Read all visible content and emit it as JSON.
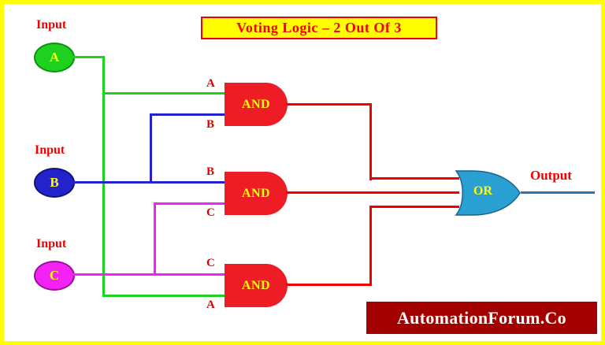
{
  "title": {
    "text": "Voting Logic – 2 Out Of 3"
  },
  "inputs": [
    {
      "label": "Input",
      "name": "A",
      "color": "#1ed11e"
    },
    {
      "label": "Input",
      "name": "B",
      "color": "#2323cc"
    },
    {
      "label": "Input",
      "name": "C",
      "color": "#f322f3"
    }
  ],
  "gates": {
    "and_gates": [
      {
        "label": "AND",
        "inputs": [
          "A",
          "B"
        ]
      },
      {
        "label": "AND",
        "inputs": [
          "B",
          "C"
        ]
      },
      {
        "label": "AND",
        "inputs": [
          "C",
          "A"
        ]
      }
    ],
    "or_gate": {
      "label": "OR"
    }
  },
  "output": {
    "label": "Output"
  },
  "branding": {
    "text": "AutomationForum.Co"
  },
  "colors": {
    "canvas_border": "#ffff00",
    "title_bg": "#ffff00",
    "title_text": "#f20000",
    "and_gate_fill": "#ee1c25",
    "gate_label_text": "#ffff00",
    "or_gate_fill": "#2aa0d2",
    "wire_a": "#1ed11e",
    "wire_b": "#2323cc",
    "wire_c": "#f322f3",
    "wire_and_to_or": "#f20000",
    "output_line": "#2e75b6",
    "banner_bg": "#a30000",
    "banner_text": "#ffffff"
  }
}
